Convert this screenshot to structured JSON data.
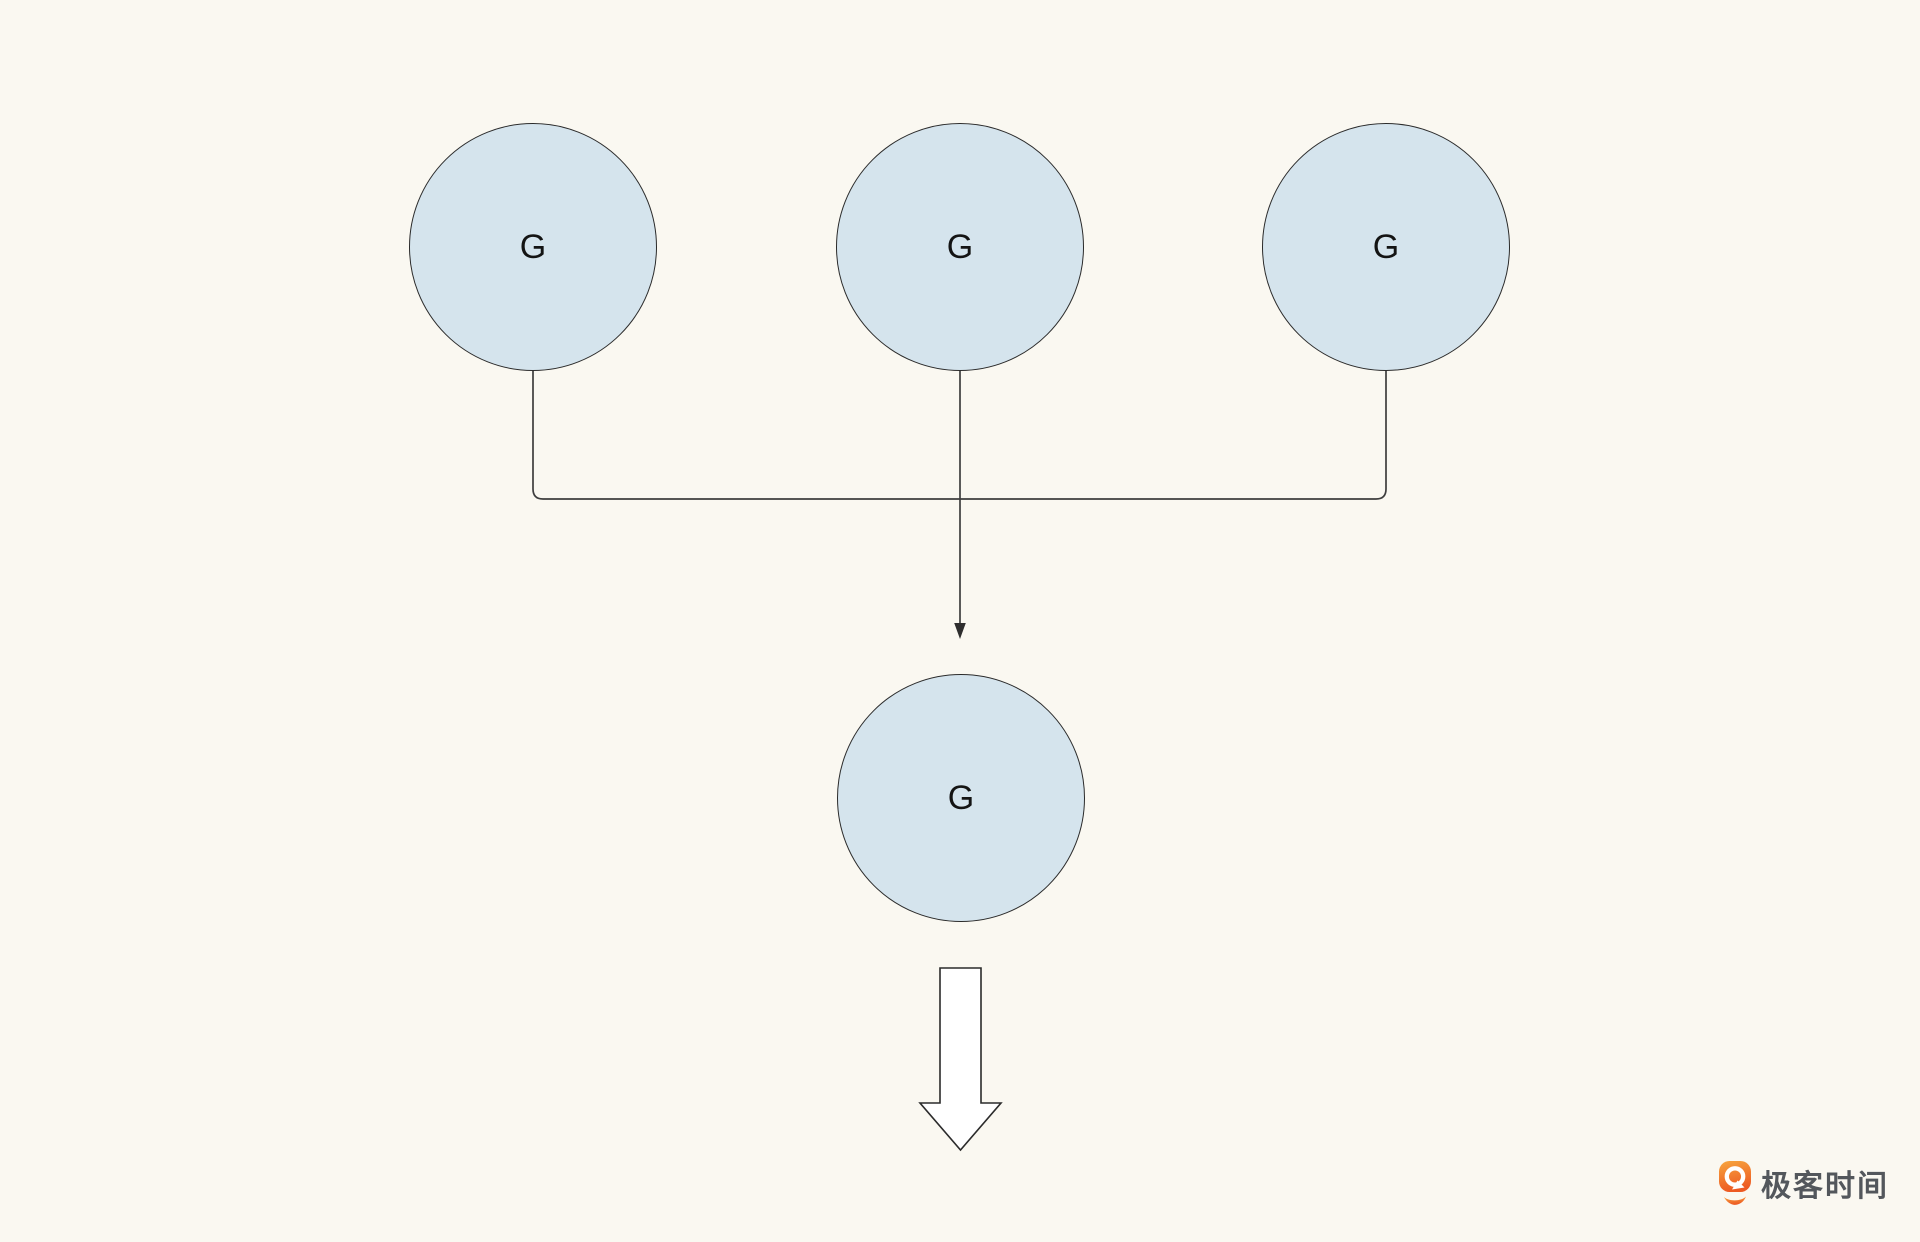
{
  "page": {
    "background": "#FAF8F1"
  },
  "diagram": {
    "type": "merge-flow",
    "nodes": [
      {
        "label": "G"
      },
      {
        "label": "G"
      },
      {
        "label": "G"
      },
      {
        "label": "G"
      }
    ],
    "colors": {
      "node_fill": "#D5E4ED",
      "node_stroke": "#2B2B2B",
      "connector": "#3E3E3E",
      "arrowhead": "#2E2E2E",
      "block_arrow_fill": "#FFFFFF",
      "block_arrow_stroke": "#2B2B2B"
    }
  },
  "logo": {
    "text": "极客时间",
    "icon": "geektime-pin-icon",
    "colors": {
      "orange_top": "#F7A63F",
      "orange_bottom": "#ED5A23",
      "text": "#53575C",
      "glyph": "#FFFFFF"
    }
  }
}
